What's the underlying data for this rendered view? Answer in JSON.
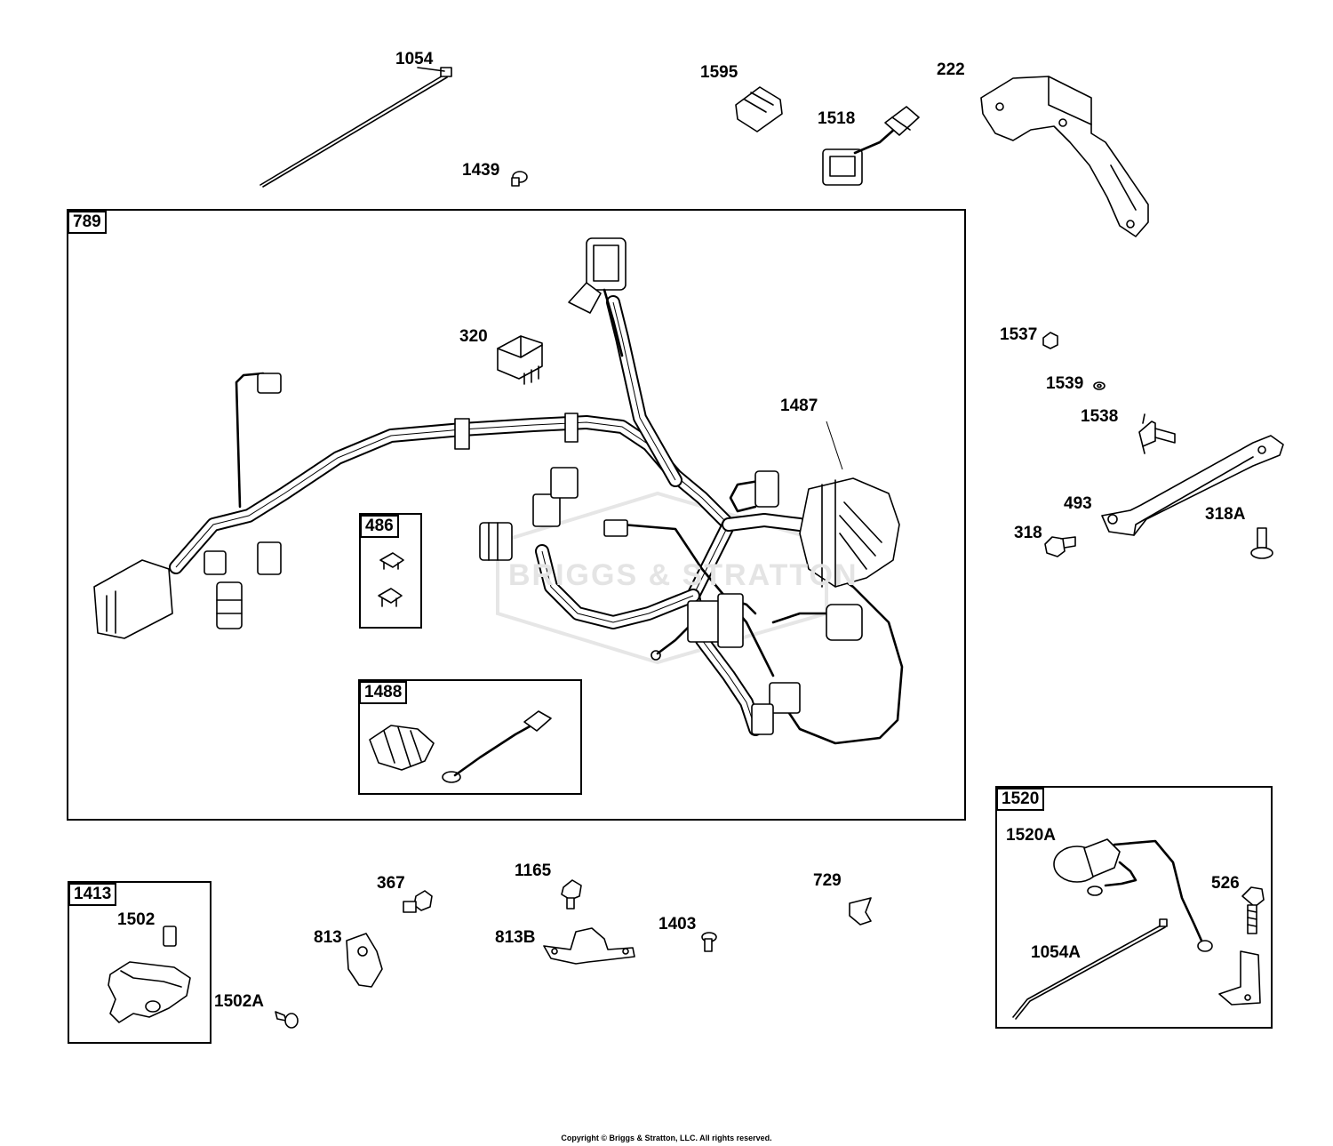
{
  "diagram": {
    "watermark": "BRIGGS & STRATTON",
    "copyright": "Copyright © Briggs & Stratton, LLC. All rights reserved.",
    "boxes": {
      "b789": "789",
      "b486": "486",
      "b1488": "1488",
      "b1520": "1520",
      "b1413": "1413"
    },
    "parts": {
      "p1054": "1054",
      "p1439": "1439",
      "p1595": "1595",
      "p1518": "1518",
      "p222": "222",
      "p320": "320",
      "p1487": "1487",
      "p1537": "1537",
      "p1539": "1539",
      "p1538": "1538",
      "p493": "493",
      "p318": "318",
      "p318A": "318A",
      "p1520A": "1520A",
      "p526": "526",
      "p1054A": "1054A",
      "p367": "367",
      "p1165": "1165",
      "p729": "729",
      "p813": "813",
      "p813B": "813B",
      "p1403": "1403",
      "p1502": "1502",
      "p1502A": "1502A"
    }
  }
}
